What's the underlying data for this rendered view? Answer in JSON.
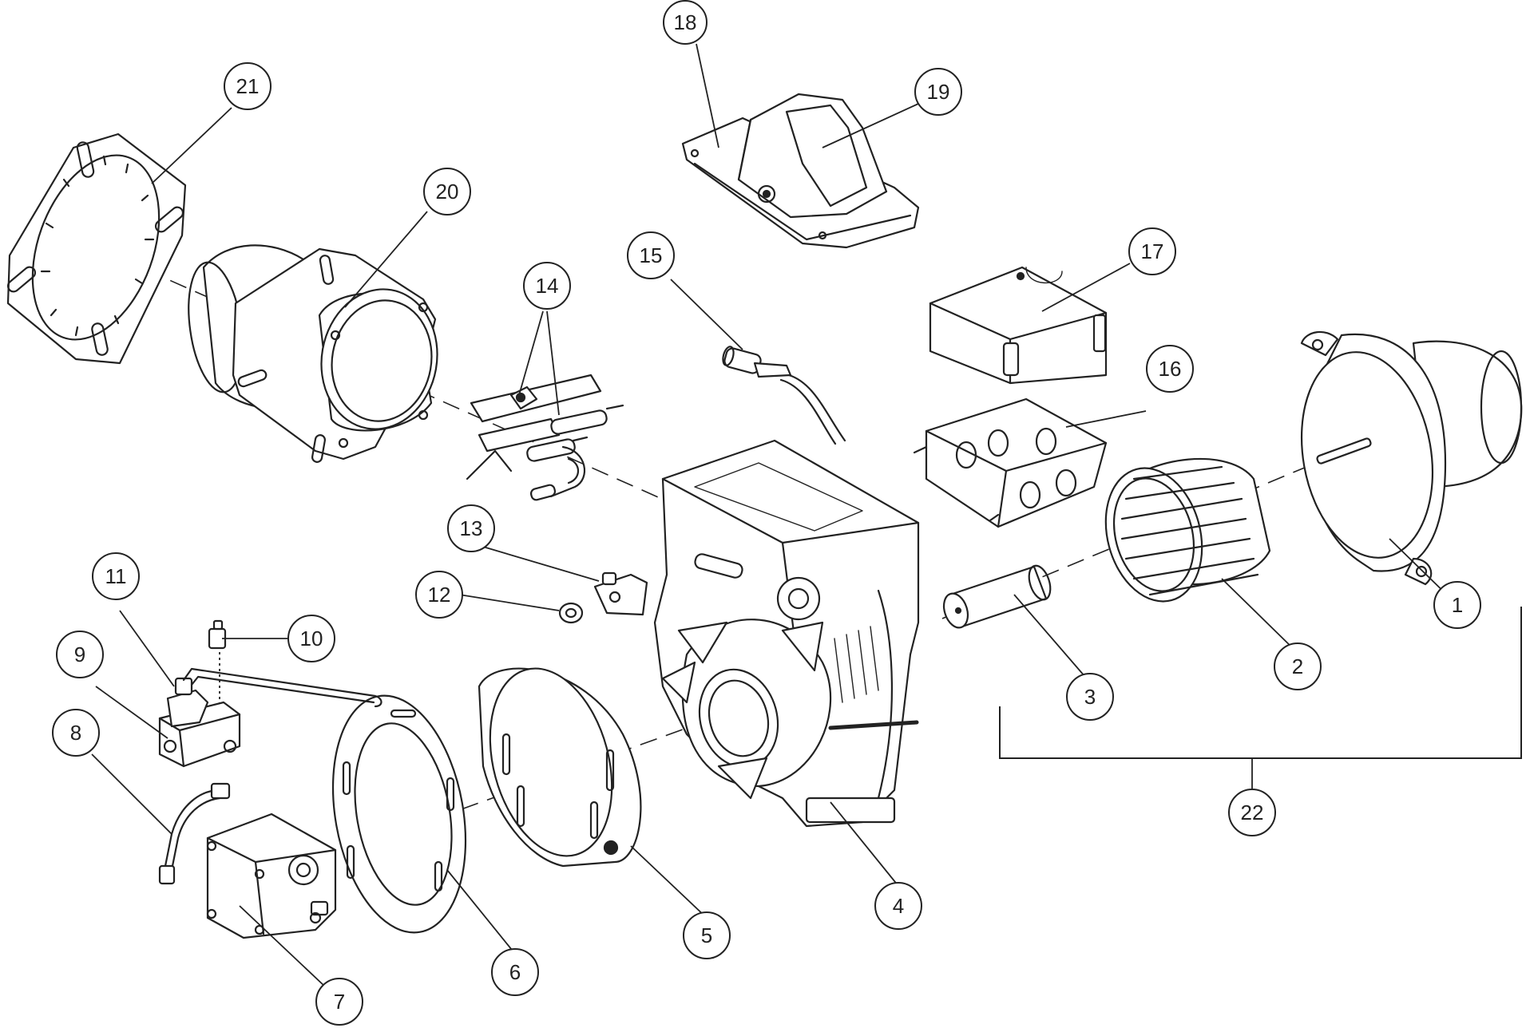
{
  "diagram": {
    "type": "exploded-parts-diagram",
    "balloons": [
      {
        "label": "1"
      },
      {
        "label": "2"
      },
      {
        "label": "3"
      },
      {
        "label": "4"
      },
      {
        "label": "5"
      },
      {
        "label": "6"
      },
      {
        "label": "7"
      },
      {
        "label": "8"
      },
      {
        "label": "9"
      },
      {
        "label": "10"
      },
      {
        "label": "11"
      },
      {
        "label": "12"
      },
      {
        "label": "13"
      },
      {
        "label": "14"
      },
      {
        "label": "15"
      },
      {
        "label": "16"
      },
      {
        "label": "17"
      },
      {
        "label": "18"
      },
      {
        "label": "19"
      },
      {
        "label": "20"
      },
      {
        "label": "21"
      },
      {
        "label": "22"
      }
    ]
  }
}
